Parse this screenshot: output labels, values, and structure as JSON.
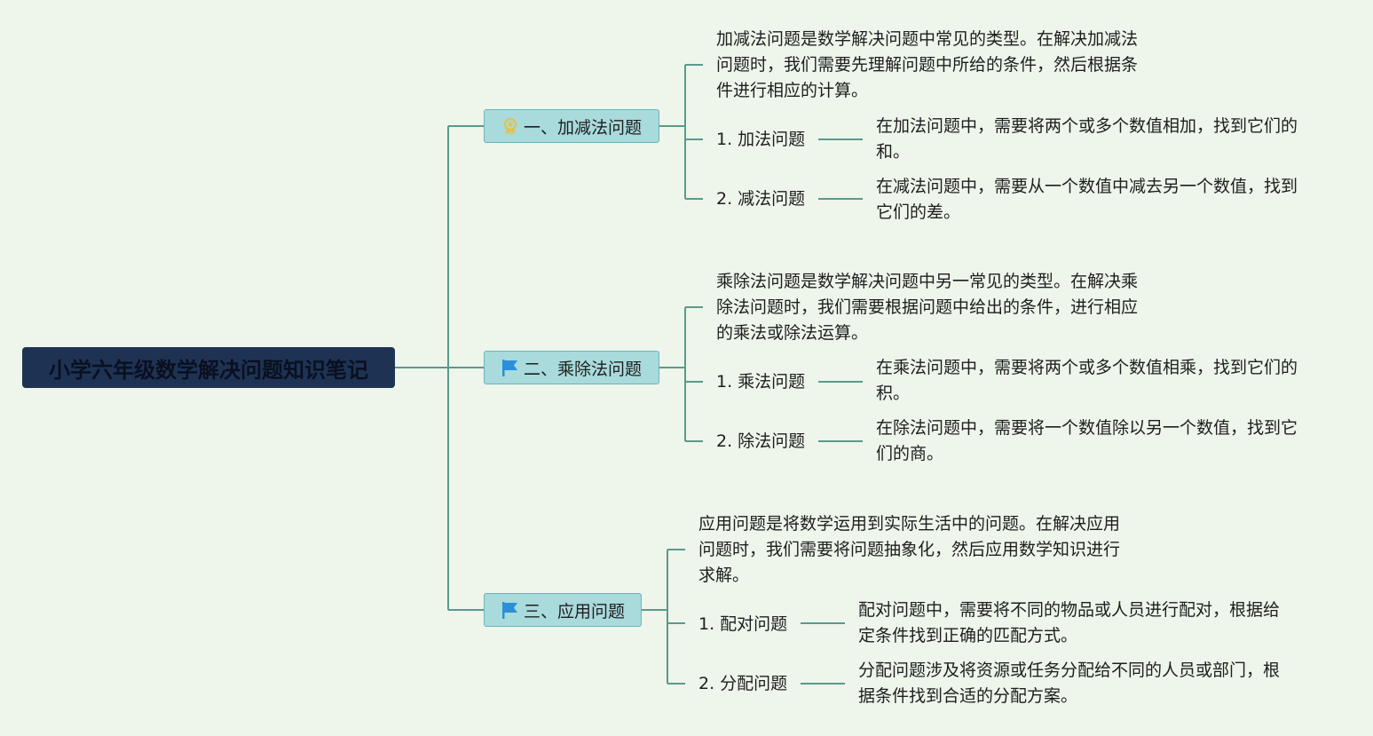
{
  "root": {
    "title": "小学六年级数学解决问题知识笔记"
  },
  "branches": [
    {
      "label": "一、加减法问题",
      "icon": "award-ribbon-icon",
      "intro": "加减法问题是数学解决问题中常见的类型。在解决加减法\n问题时，我们需要先理解问题中所给的条件，然后根据条\n件进行相应的计算。",
      "subs": [
        {
          "label": "1. 加法问题",
          "desc": "在加法问题中，需要将两个或多个数值相加，找到它们的\n和。"
        },
        {
          "label": "2. 减法问题",
          "desc": "在减法问题中，需要从一个数值中减去另一个数值，找到\n它们的差。"
        }
      ]
    },
    {
      "label": "二、乘除法问题",
      "icon": "flag-icon",
      "intro": "乘除法问题是数学解决问题中另一常见的类型。在解决乘\n除法问题时，我们需要根据问题中给出的条件，进行相应\n的乘法或除法运算。",
      "subs": [
        {
          "label": "1. 乘法问题",
          "desc": "在乘法问题中，需要将两个或多个数值相乘，找到它们的\n积。"
        },
        {
          "label": "2. 除法问题",
          "desc": "在除法问题中，需要将一个数值除以另一个数值，找到它\n们的商。"
        }
      ]
    },
    {
      "label": "三、应用问题",
      "icon": "flag-icon",
      "intro": "应用问题是将数学运用到实际生活中的问题。在解决应用\n问题时，我们需要将问题抽象化，然后应用数学知识进行\n求解。",
      "subs": [
        {
          "label": "1. 配对问题",
          "desc": "配对问题中，需要将不同的物品或人员进行配对，根据给\n定条件找到正确的匹配方式。"
        },
        {
          "label": "2. 分配问题",
          "desc": "分配问题涉及将资源或任务分配给不同的人员或部门，根\n据条件找到合适的分配方案。"
        }
      ]
    }
  ],
  "colors": {
    "line": "#5a9a8e",
    "root_bg": "#1e3354",
    "branch_bg": "#a9dadc",
    "flag": "#2a8fd8",
    "award": "#e3c24a"
  }
}
